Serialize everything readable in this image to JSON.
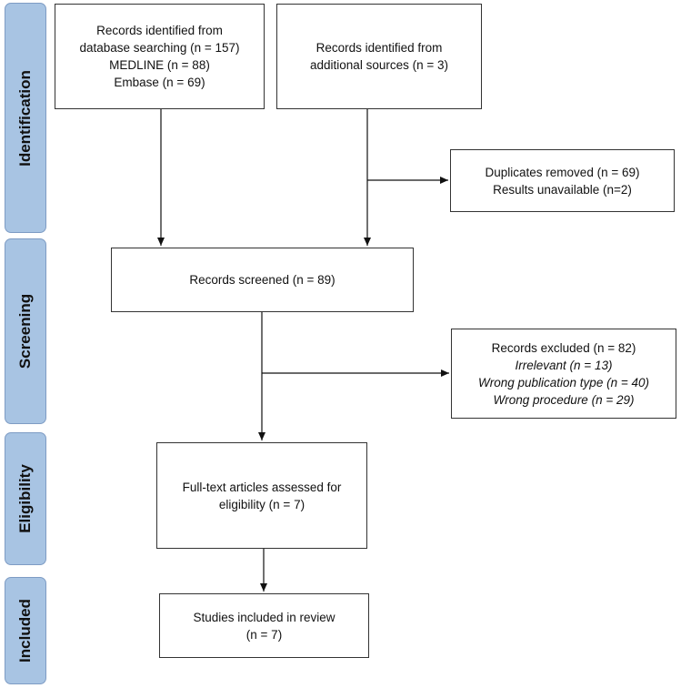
{
  "phases": {
    "identification": "Identification",
    "screening": "Screening",
    "eligibility": "Eligibility",
    "included": "Included"
  },
  "boxes": {
    "database_records": [
      "Records identified from",
      "database searching (n = 157)",
      "MEDLINE (n = 88)",
      "Embase (n = 69)"
    ],
    "additional_records": [
      "Records identified from",
      "additional sources (n = 3)"
    ],
    "duplicates": [
      "Duplicates removed (n = 69)",
      "Results unavailable (n=2)"
    ],
    "screened": [
      "Records screened (n = 89)"
    ],
    "excluded": {
      "title": "Records excluded (n = 82)",
      "reasons": [
        "Irrelevant (n = 13)",
        "Wrong publication type (n = 40)",
        "Wrong procedure (n = 29)"
      ]
    },
    "fulltext": [
      "Full-text articles assessed for",
      "eligibility (n = 7)"
    ],
    "included_studies": [
      "Studies included in review",
      "(n = 7)"
    ]
  }
}
